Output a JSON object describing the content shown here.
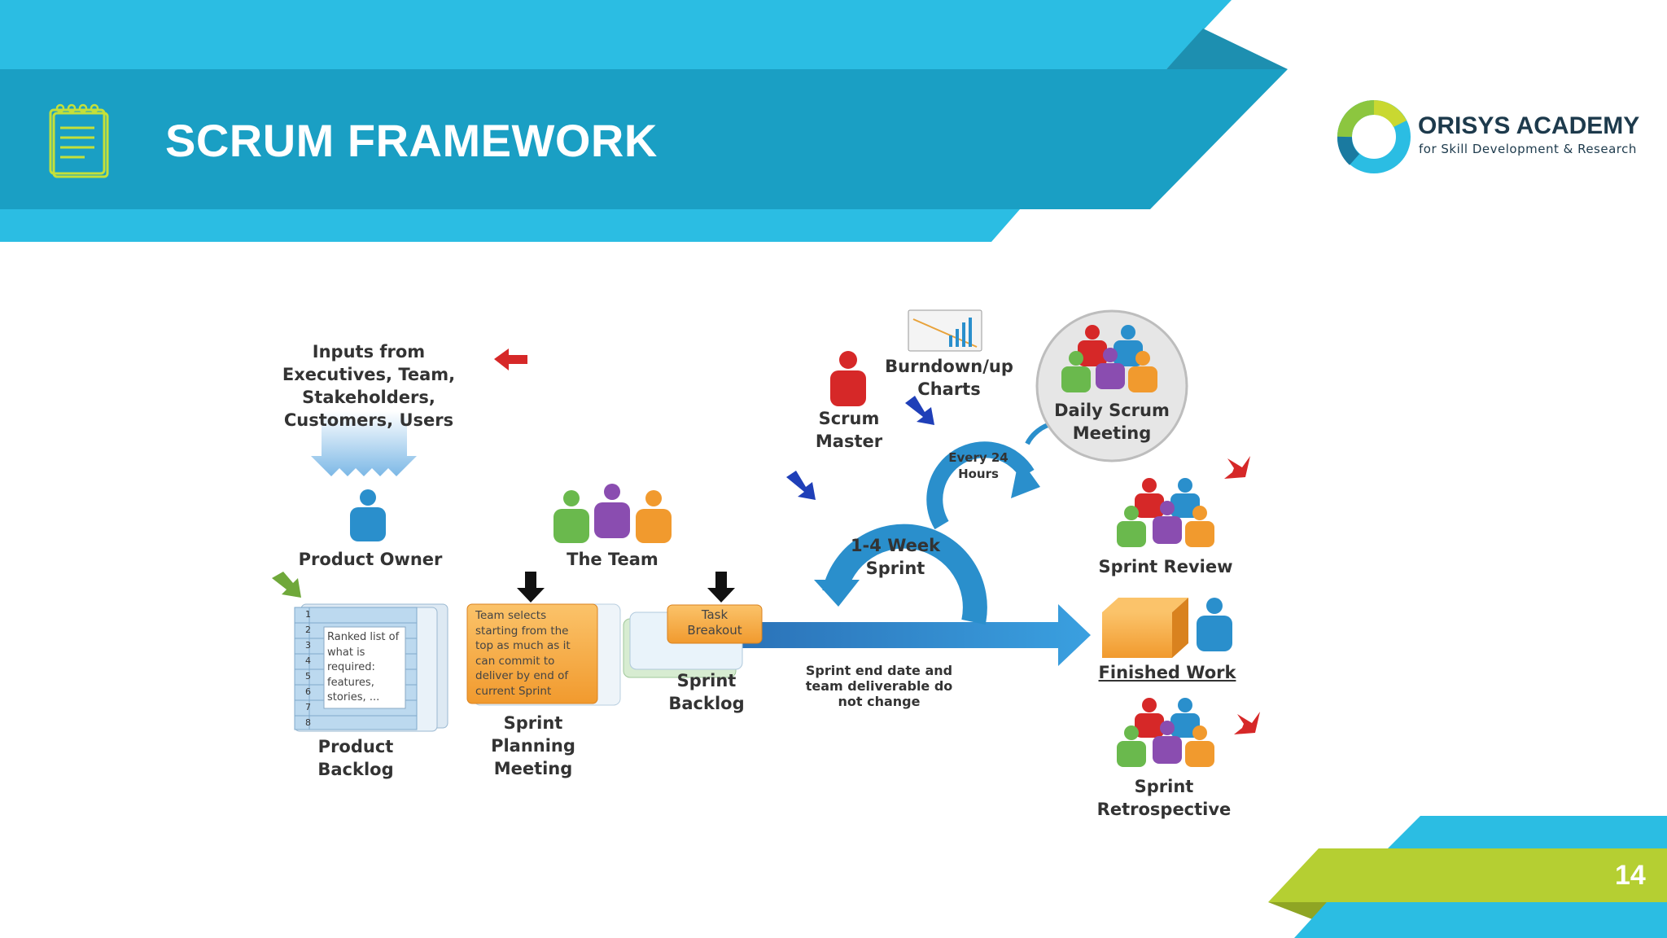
{
  "slide": {
    "title": "SCRUM FRAMEWORK",
    "page_number": "14"
  },
  "logo": {
    "name": "ORISYS ACADEMY",
    "tagline": "for Skill Development & Research"
  },
  "diagram": {
    "inputs": "Inputs from Executives, Team, Stakeholders, Customers, Users",
    "product_owner": "Product Owner",
    "backlog_numbers": [
      "1",
      "2",
      "3",
      "4",
      "5",
      "6",
      "7",
      "8"
    ],
    "backlog_note": "Ranked list of what is required: features, stories, ...",
    "product_backlog": "Product Backlog",
    "the_team": "The Team",
    "planning_note": "Team selects starting from the top as much as it can commit to deliver by end of current Sprint",
    "sprint_planning": "Sprint Planning Meeting",
    "task_breakout": "Task Breakout",
    "sprint_backlog": "Sprint Backlog",
    "scrum_master": "Scrum Master",
    "burndown": "Burndown/up Charts",
    "every_24": "Every 24 Hours",
    "sprint_length": "1-4 Week Sprint",
    "sprint_note": "Sprint end date and team deliverable do not change",
    "daily_scrum": "Daily Scrum Meeting",
    "sprint_review": "Sprint Review",
    "finished_work": "Finished Work",
    "retrospective": "Sprint Retrospective"
  },
  "colors": {
    "banner_light": "#2bbde3",
    "banner_dark": "#1a9fc4",
    "accent_green": "#b5cf32",
    "flow_blue": "#2a8fcc"
  }
}
